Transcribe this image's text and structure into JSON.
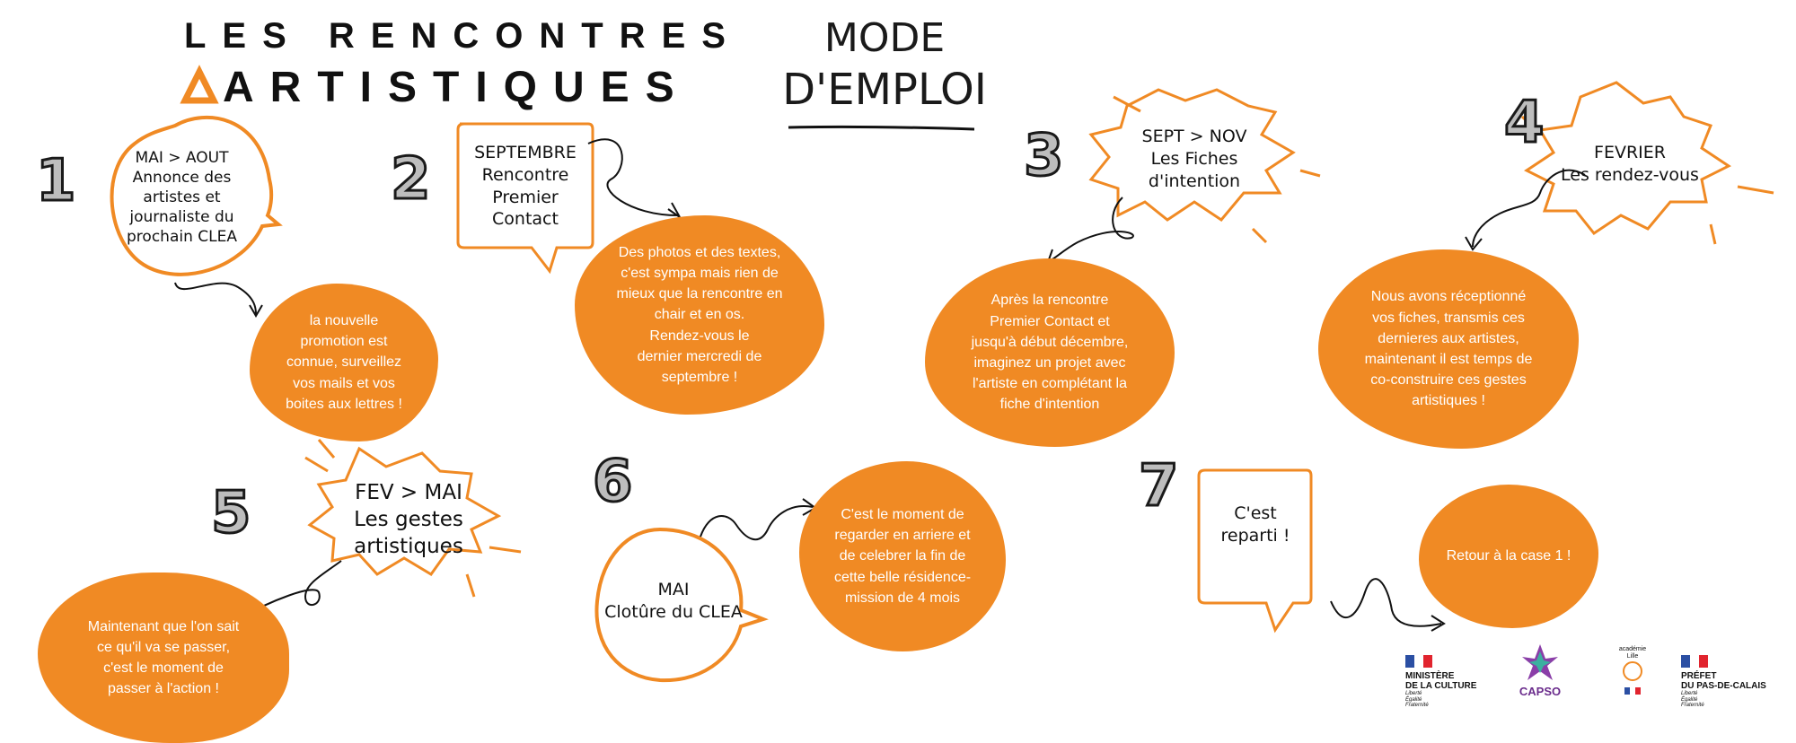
{
  "title": {
    "line1": "LES RENCONTRES",
    "line2": "ARTISTIQUES",
    "subtitle_line1": "MODE",
    "subtitle_line2": "D'EMPLOI"
  },
  "steps": [
    {
      "number": "1",
      "bubble": "MAI > AOUT\nAnnonce des\nartistes et\njournaliste du\nprochain CLEA",
      "blob": "la nouvelle\npromotion est\nconnue, surveillez\nvos mails et vos\nboites aux lettres !"
    },
    {
      "number": "2",
      "bubble": "SEPTEMBRE\nRencontre\nPremier\nContact",
      "blob": "Des photos et des textes,\nc'est sympa mais rien de\nmieux que la rencontre en\nchair et en os.\nRendez-vous le\ndernier mercredi de\nseptembre !"
    },
    {
      "number": "3",
      "bubble": "SEPT > NOV\nLes Fiches\nd'intention",
      "blob": "Après la rencontre\nPremier Contact et\njusqu'à début décembre,\nimaginez un projet avec\nl'artiste en complétant la\nfiche d'intention"
    },
    {
      "number": "4",
      "bubble": "FEVRIER\nLes rendez-vous",
      "blob": "Nous avons réceptionné\nvos fiches, transmis ces\ndernieres aux artistes,\nmaintenant il est temps de\nco-construire ces gestes\nartistiques !"
    },
    {
      "number": "5",
      "bubble": "FEV > MAI\nLes gestes\nartistiques",
      "blob": "Maintenant que l'on sait\nce qu'il va se passer,\nc'est le moment de\npasser à l'action !"
    },
    {
      "number": "6",
      "bubble": "MAI\nClotûre du CLEA",
      "blob": "C'est le moment de\nregarder en arriere et\nde celebrer la fin de\ncette belle résidence-\nmission de 4 mois"
    },
    {
      "number": "7",
      "bubble": "C'est\nreparti !",
      "blob": "Retour à la case 1 !"
    }
  ],
  "logos": {
    "culture_line1": "MINISTÈRE",
    "culture_line2": "DE LA CULTURE",
    "culture_motto": "Liberté\nÉgalité\nFraternité",
    "capso": "CAPSO",
    "academie": "académie\nLille",
    "prefet_line1": "PRÉFET",
    "prefet_line2": "DU PAS-DE-CALAIS",
    "prefet_motto": "Liberté\nÉgalité\nFraternité"
  },
  "colors": {
    "orange": "#f08a24",
    "purple": "#8a3ea8",
    "pink": "#d42a7a",
    "green": "#6cb33f",
    "dark": "#111111"
  }
}
